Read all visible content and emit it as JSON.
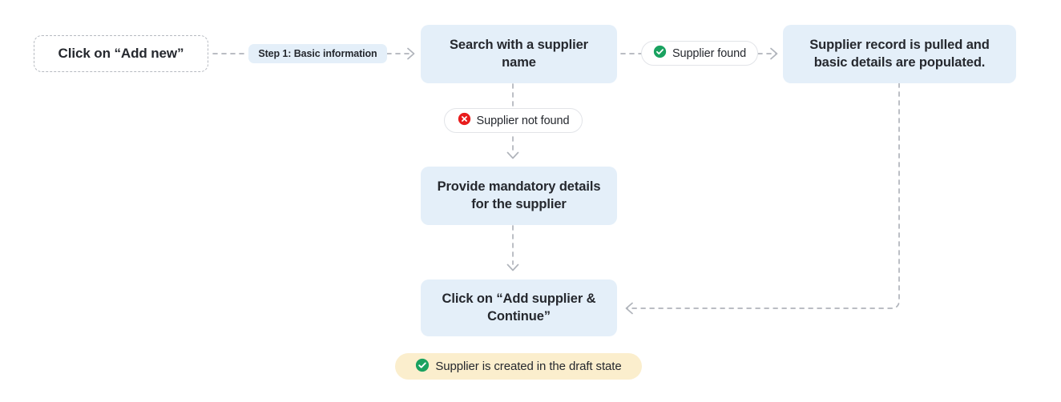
{
  "diagram": {
    "title": "Supplier onboarding - Step 1 basic information flow",
    "colors": {
      "box_fill": "#e4eff9",
      "chip_fill": "#e4eff9",
      "cream_fill": "#fbeecd",
      "text": "#25282e",
      "connector": "#b0b4bb",
      "dashed_border": "#b6bac1",
      "success_green": "#1aa260",
      "error_red": "#e81c1c",
      "page_background": "#ffffff"
    },
    "nodes": {
      "start": {
        "label": "Click on “Add new”"
      },
      "step_chip": {
        "label": "Step 1: Basic information"
      },
      "search": {
        "label": "Search with a supplier name"
      },
      "found_badge": {
        "label": "Supplier found",
        "icon": "check-circle-icon"
      },
      "record_pulled": {
        "label": "Supplier record is pulled and basic details are populated."
      },
      "not_found_badge": {
        "label": "Supplier not found",
        "icon": "x-circle-icon"
      },
      "provide_details": {
        "label": "Provide mandatory details for the supplier"
      },
      "add_supplier": {
        "label": "Click on “Add supplier & Continue”"
      },
      "draft_state": {
        "label": "Supplier is created in the draft state",
        "icon": "check-circle-icon"
      }
    }
  }
}
